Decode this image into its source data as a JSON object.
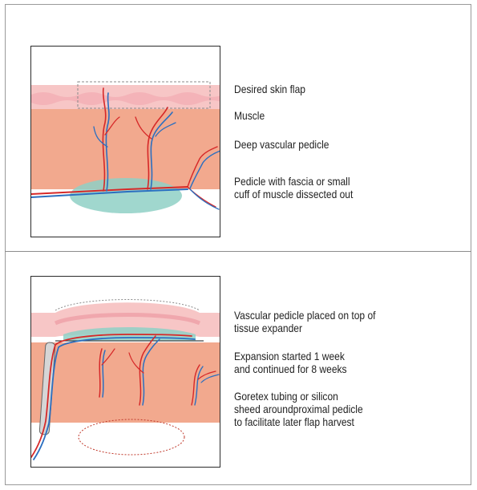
{
  "panel_top": {
    "labels": [
      "Desired skin flap",
      "Muscle",
      "Deep vascular pedicle",
      "Pedicle with fascia or small\ncuff of muscle dissected out"
    ]
  },
  "panel_bottom": {
    "labels": [
      "Vascular pedicle placed on top of\ntissue expander",
      "Expansion started 1 week\nand continued for 8 weeks",
      "Goretex tubing or silicon\nsheed aroundproximal pedicle\nto facilitate later flap harvest"
    ]
  },
  "colors": {
    "skin": "#f7c6c6",
    "skin_wave": "#ee9fa6",
    "muscle": "#f2a98e",
    "fascia": "#8fd0c6",
    "artery": "#d62828",
    "vein": "#2b6fc0",
    "outline": "#2a2a2a"
  }
}
